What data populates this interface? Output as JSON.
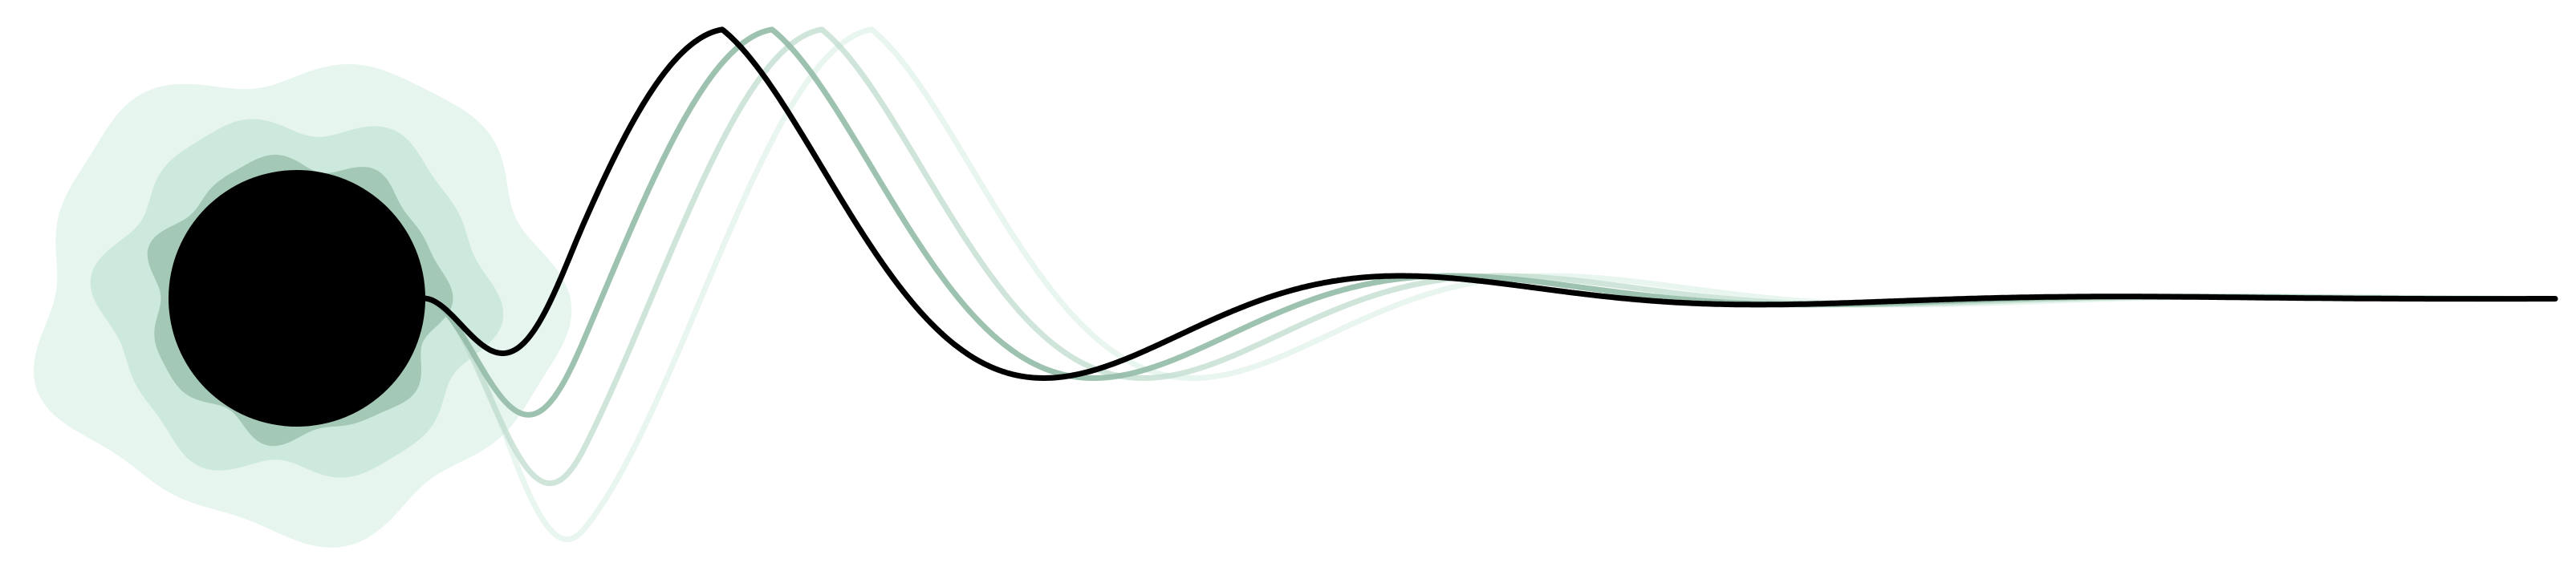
{
  "colors": {
    "background": "#ffffff",
    "halo_outer": "#e6f5ee",
    "halo_middle": "#cde8dc",
    "halo_inner": "#a4c8b6",
    "core": "#000000",
    "wave_primary": "#000000",
    "wave_echo_1": "#93bba7",
    "wave_echo_2": "#bfdccd",
    "wave_echo_3": "#daeee4"
  },
  "wave": {
    "echo_count": 3,
    "echo_opacity": [
      0.9,
      0.75,
      0.6
    ]
  }
}
